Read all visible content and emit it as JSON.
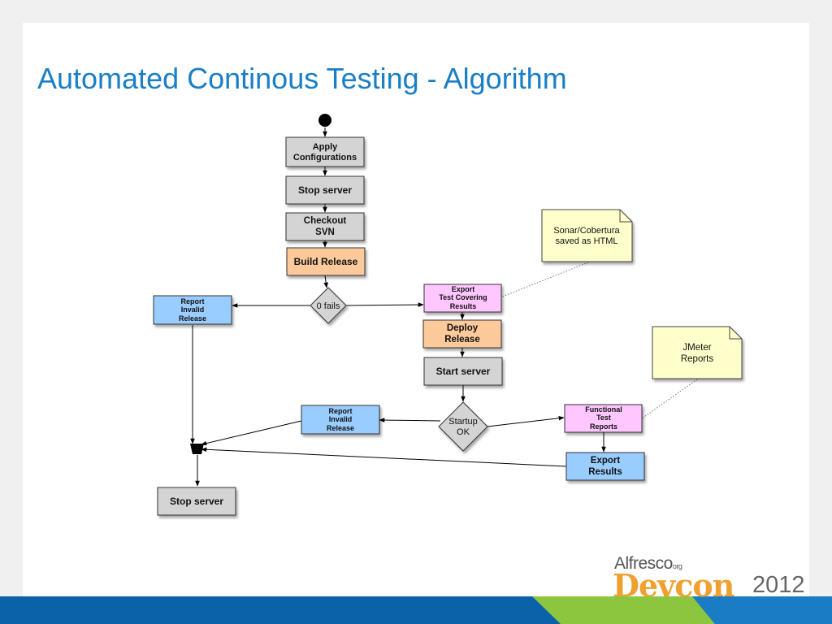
{
  "title": "Automated Continous Testing - Algorithm",
  "nodes": {
    "apply": [
      "Apply",
      "Configurations"
    ],
    "stop1": [
      "Stop server"
    ],
    "checkout": [
      "Checkout",
      "SVN"
    ],
    "build": [
      "Build Release"
    ],
    "zero_fails": [
      "0 fails"
    ],
    "report1": [
      "Report",
      "Invalid",
      "Release"
    ],
    "export_tc": [
      "Export",
      "Test Covering",
      "Results"
    ],
    "deploy": [
      "Deploy",
      "Release"
    ],
    "start": [
      "Start server"
    ],
    "startup_ok": [
      "Startup",
      "OK"
    ],
    "report2": [
      "Report",
      "Invalid",
      "Release"
    ],
    "functional": [
      "Functional",
      "Test",
      "Reports"
    ],
    "export_res": [
      "Export",
      "Results"
    ],
    "stop2": [
      "Stop server"
    ]
  },
  "notes": {
    "sonar": [
      "Sonar/Cobertura",
      "saved as HTML"
    ],
    "jmeter": [
      "JMeter",
      "Reports"
    ]
  },
  "logo": {
    "alfresco": "Alfresco",
    "org": "org",
    "devcon": "Devcon",
    "year": "2012"
  },
  "colors": {
    "title": "#1a7fc4",
    "gray_box": "#d4d4d4",
    "orange_box": "#fbc99a",
    "blue_box": "#99ccff",
    "pink_box": "#ffc6ff",
    "note": "#ffffcc",
    "footer_blue": "#0b62a8",
    "footer_green": "#8cc63f"
  }
}
